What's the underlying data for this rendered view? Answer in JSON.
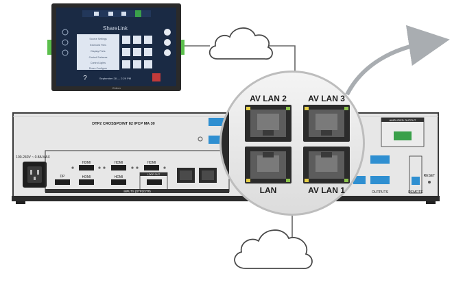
{
  "touchpanel": {
    "title": "ShareLink",
    "menu_items": [
      "Source Settings",
      "Extended Files",
      "Display Prefs",
      "Control Surfaces",
      "Control Lights",
      "Room Configure"
    ],
    "help_glyph": "?",
    "status_text": "September 28 — 2:29 PM",
    "brand": "Extron"
  },
  "device": {
    "model_label": "DTP2 CROSSPOINT 82 IPCP MA 30",
    "input_group_label": "INPUTS (DTP2/XTP)",
    "loop_out_label": "LOOP OUT",
    "amp_label": "AMPLIFIED OUTPUT",
    "remote_label": "REMOTE",
    "reset_label": "RESET",
    "outputs_label": "OUTPUTS",
    "power_label": "100-240V ~ 0.8A MAX",
    "dp_label": "DP",
    "hdmi_label": "HDMI"
  },
  "magnifier": {
    "ports": [
      {
        "label": "AV LAN 2"
      },
      {
        "label": "AV LAN 3"
      },
      {
        "label": "LAN"
      },
      {
        "label": "AV LAN 1"
      }
    ]
  },
  "icons": [
    "cloud-icon",
    "arrow-icon",
    "ethernet-port-icon",
    "power-inlet-icon",
    "hdmi-port-icon"
  ],
  "colors": {
    "panel_screen": "#1a2a44",
    "chassis": "#e7e7e7",
    "terminal_blue": "#2f8fd1",
    "terminal_green": "#3aa04a",
    "arrow": "#a9adb1"
  }
}
